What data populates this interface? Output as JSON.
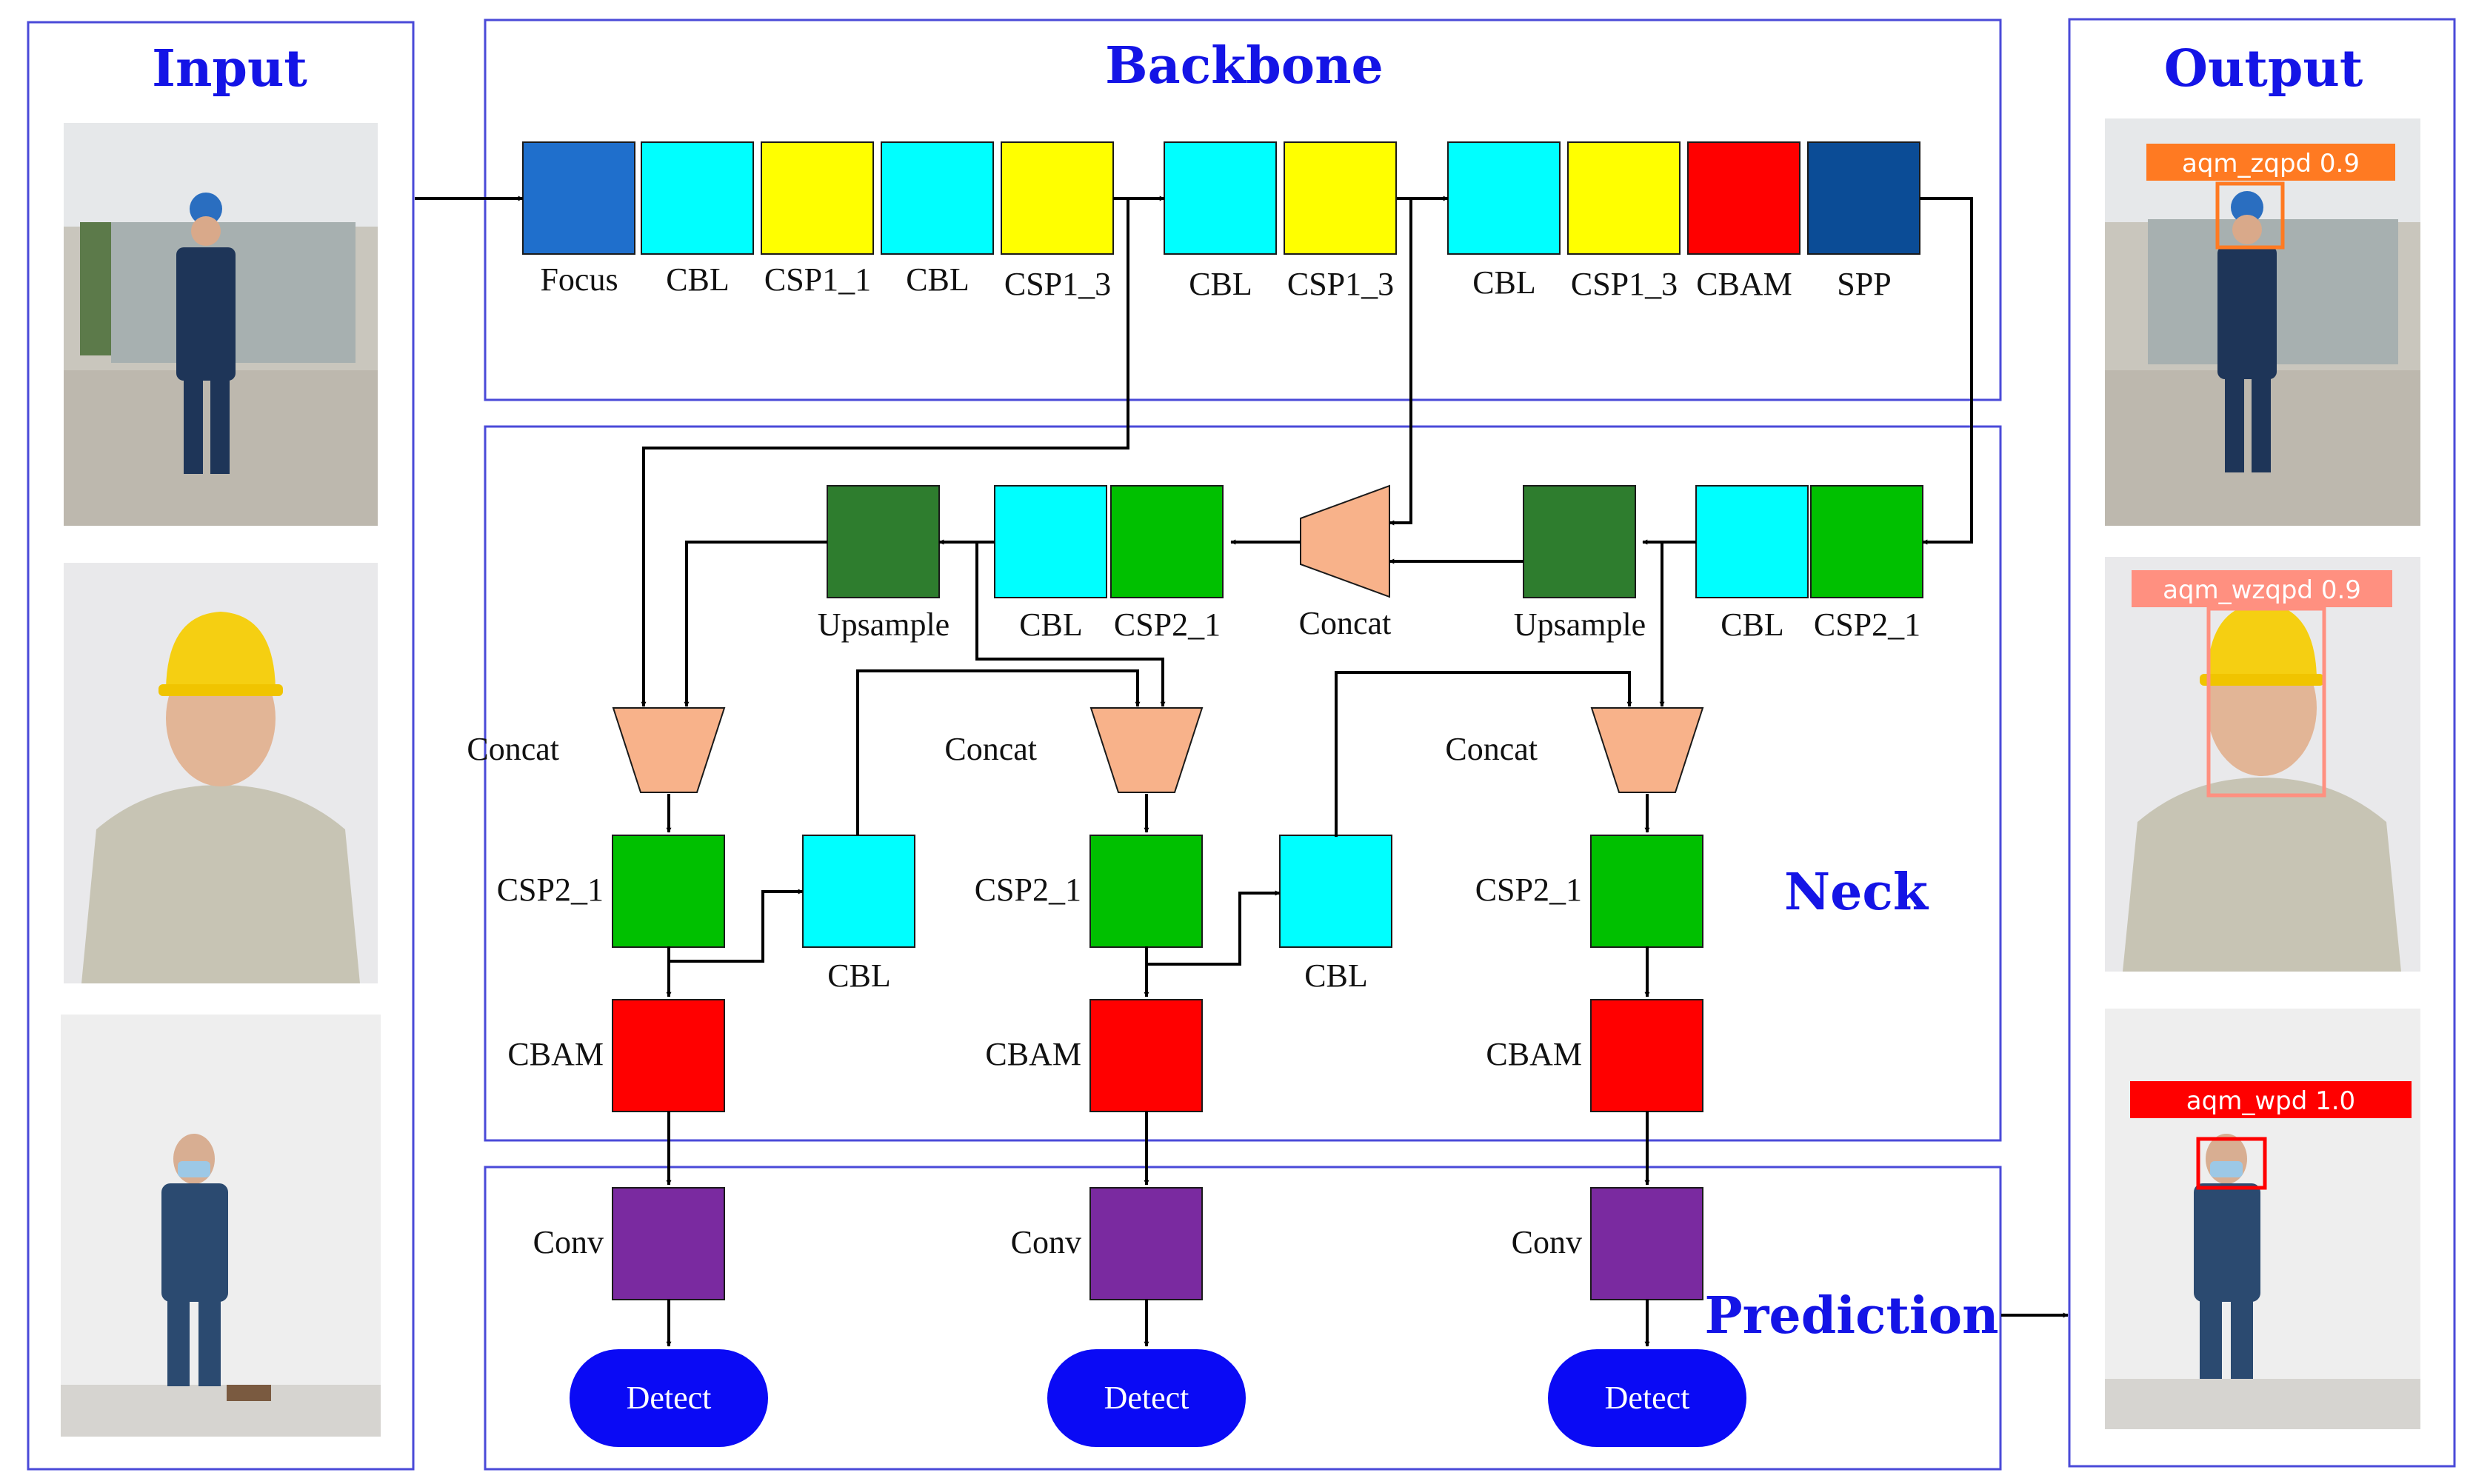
{
  "colors": {
    "frame": "#4a4ad8",
    "title": "#1414e6",
    "focus": "#1f6fcc",
    "cbl": "#00ffff",
    "csp1": "#ffff00",
    "cbam": "#ff0000",
    "spp": "#0b4c96",
    "upsample": "#2e7d2e",
    "csp2": "#00c000",
    "concat": "#f8b28a",
    "conv": "#7a2aa0",
    "detect": "#0a0af5"
  },
  "input": {
    "title": "Input"
  },
  "output": {
    "title": "Output",
    "detections": [
      {
        "label": "aqm_zqpd 0.9",
        "color": "#ff7a22"
      },
      {
        "label": "aqm_wzqpd 0.9",
        "color": "#ff9080"
      },
      {
        "label": "aqm_wpd 1.0",
        "color": "#ff0000"
      }
    ]
  },
  "backbone": {
    "title": "Backbone",
    "blocks": [
      {
        "label": "Focus",
        "kind": "focus"
      },
      {
        "label": "CBL",
        "kind": "cbl"
      },
      {
        "label": "CSP1_1",
        "kind": "csp1"
      },
      {
        "label": "CBL",
        "kind": "cbl"
      },
      {
        "label": "CSP1_3",
        "kind": "csp1"
      },
      {
        "label": "CBL",
        "kind": "cbl"
      },
      {
        "label": "CSP1_3",
        "kind": "csp1"
      },
      {
        "label": "CBL",
        "kind": "cbl"
      },
      {
        "label": "CSP1_3",
        "kind": "csp1"
      },
      {
        "label": "CBAM",
        "kind": "cbam"
      },
      {
        "label": "SPP",
        "kind": "spp"
      }
    ]
  },
  "neck": {
    "title": "Neck",
    "top_row": [
      {
        "label": "Upsample",
        "kind": "upsample"
      },
      {
        "label": "CBL",
        "kind": "cbl"
      },
      {
        "label": "CSP2_1",
        "kind": "csp2"
      },
      {
        "label": "Concat",
        "kind": "concat"
      },
      {
        "label": "Upsample",
        "kind": "upsample"
      },
      {
        "label": "CBL",
        "kind": "cbl"
      },
      {
        "label": "CSP2_1",
        "kind": "csp2"
      }
    ],
    "branches": [
      {
        "concat": "Concat",
        "csp": "CSP2_1",
        "cbam": "CBAM",
        "cbl": "CBL"
      },
      {
        "concat": "Concat",
        "csp": "CSP2_1",
        "cbam": "CBAM",
        "cbl": "CBL"
      },
      {
        "concat": "Concat",
        "csp": "CSP2_1",
        "cbam": "CBAM"
      }
    ]
  },
  "prediction": {
    "title": "Prediction",
    "heads": [
      {
        "conv": "Conv",
        "detect": "Detect"
      },
      {
        "conv": "Conv",
        "detect": "Detect"
      },
      {
        "conv": "Conv",
        "detect": "Detect"
      }
    ]
  }
}
